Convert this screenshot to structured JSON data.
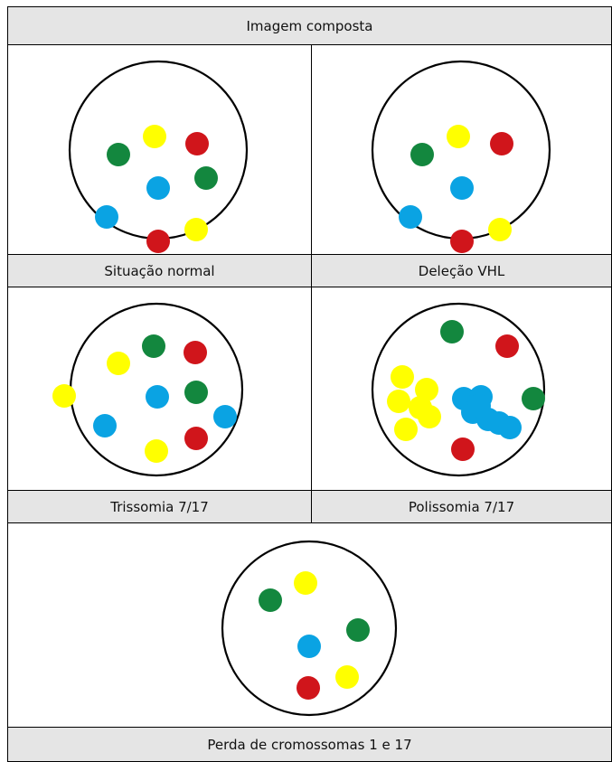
{
  "colors": {
    "green": "#13873e",
    "yellow": "#ffff00",
    "red": "#d0151b",
    "blue": "#0aa3e3",
    "label_bg": "#e5e5e5",
    "border": "#000000"
  },
  "header": {
    "label": "Imagem composta"
  },
  "panels": [
    {
      "id": "normal",
      "label": "Situação normal",
      "dots": [
        {
          "color": "green",
          "name": "green-signal"
        },
        {
          "color": "yellow",
          "name": "yellow-signal"
        },
        {
          "color": "red",
          "name": "red-signal"
        },
        {
          "color": "green",
          "name": "green-signal"
        },
        {
          "color": "blue",
          "name": "blue-signal"
        },
        {
          "color": "blue",
          "name": "blue-signal"
        },
        {
          "color": "red",
          "name": "red-signal"
        },
        {
          "color": "yellow",
          "name": "yellow-signal"
        }
      ]
    },
    {
      "id": "vhl-deletion",
      "label": "Deleção VHL",
      "dots": [
        {
          "color": "green",
          "name": "green-signal"
        },
        {
          "color": "yellow",
          "name": "yellow-signal"
        },
        {
          "color": "red",
          "name": "red-signal"
        },
        {
          "color": "blue",
          "name": "blue-signal"
        },
        {
          "color": "blue",
          "name": "blue-signal"
        },
        {
          "color": "red",
          "name": "red-signal"
        },
        {
          "color": "yellow",
          "name": "yellow-signal"
        }
      ]
    },
    {
      "id": "trisomy",
      "label": "Trissomia 7/17",
      "dots": [
        {
          "color": "yellow",
          "name": "yellow-signal"
        },
        {
          "color": "green",
          "name": "green-signal"
        },
        {
          "color": "red",
          "name": "red-signal"
        },
        {
          "color": "yellow",
          "name": "yellow-signal"
        },
        {
          "color": "blue",
          "name": "blue-signal"
        },
        {
          "color": "green",
          "name": "green-signal"
        },
        {
          "color": "blue",
          "name": "blue-signal"
        },
        {
          "color": "blue",
          "name": "blue-signal"
        },
        {
          "color": "yellow",
          "name": "yellow-signal"
        },
        {
          "color": "red",
          "name": "red-signal"
        }
      ]
    },
    {
      "id": "polysomy",
      "label": "Polissomia 7/17",
      "dots": [
        {
          "color": "green",
          "name": "green-signal"
        },
        {
          "color": "red",
          "name": "red-signal"
        },
        {
          "color": "green",
          "name": "green-signal"
        },
        {
          "color": "yellow",
          "name": "yellow-signal"
        },
        {
          "color": "yellow",
          "name": "yellow-signal"
        },
        {
          "color": "yellow",
          "name": "yellow-signal"
        },
        {
          "color": "yellow",
          "name": "yellow-signal"
        },
        {
          "color": "yellow",
          "name": "yellow-signal"
        },
        {
          "color": "yellow",
          "name": "yellow-signal"
        },
        {
          "color": "blue",
          "name": "blue-signal"
        },
        {
          "color": "blue",
          "name": "blue-signal"
        },
        {
          "color": "blue",
          "name": "blue-signal"
        },
        {
          "color": "blue",
          "name": "blue-signal"
        },
        {
          "color": "blue",
          "name": "blue-signal"
        },
        {
          "color": "blue",
          "name": "blue-signal"
        },
        {
          "color": "blue",
          "name": "blue-signal"
        },
        {
          "color": "red",
          "name": "red-signal"
        }
      ]
    },
    {
      "id": "loss",
      "label": "Perda de cromossomas 1 e 17",
      "dots": [
        {
          "color": "green",
          "name": "green-signal"
        },
        {
          "color": "yellow",
          "name": "yellow-signal"
        },
        {
          "color": "blue",
          "name": "blue-signal"
        },
        {
          "color": "green",
          "name": "green-signal"
        },
        {
          "color": "red",
          "name": "red-signal"
        },
        {
          "color": "yellow",
          "name": "yellow-signal"
        }
      ]
    }
  ]
}
